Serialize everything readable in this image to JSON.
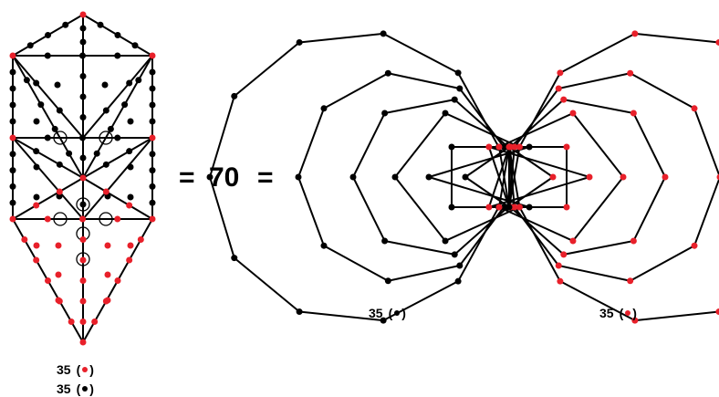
{
  "equation": {
    "left": "=",
    "value": "70",
    "right": "="
  },
  "labels": {
    "left_red": "35",
    "left_black": "35",
    "black_polygons": "35",
    "red_polygons": "35"
  },
  "colors": {
    "red": "#e8202a",
    "black": "#000000",
    "line": "#000000"
  }
}
